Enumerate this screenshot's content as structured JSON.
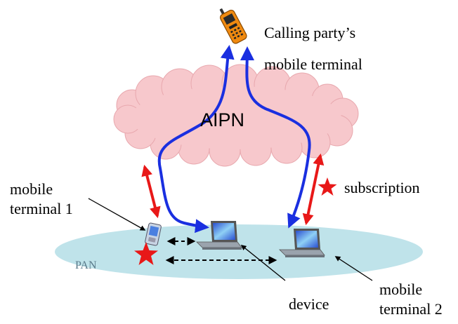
{
  "labels": {
    "calling_line1": "Calling    party’s",
    "calling_line2": "mobile terminal",
    "cloud": "AIPN",
    "mt1_line1": "mobile",
    "mt1_line2": "terminal 1",
    "subscription": "subscription",
    "pan": "PAN",
    "device": "device",
    "mt2_line1": "mobile",
    "mt2_line2": "terminal 2"
  },
  "colors": {
    "cloud_fill": "#f7c8cc",
    "pan_fill": "#bfe3ea",
    "blue_arrow": "#1a2fe0",
    "red_arrow": "#e81818",
    "star": "#e81818",
    "phone_body": "#f08a10"
  },
  "icons": {
    "calling_phone": "mobile-phone-icon",
    "pda": "pda-icon",
    "laptop_device": "laptop-icon",
    "laptop_mt2": "laptop-icon",
    "star": "star-icon"
  }
}
